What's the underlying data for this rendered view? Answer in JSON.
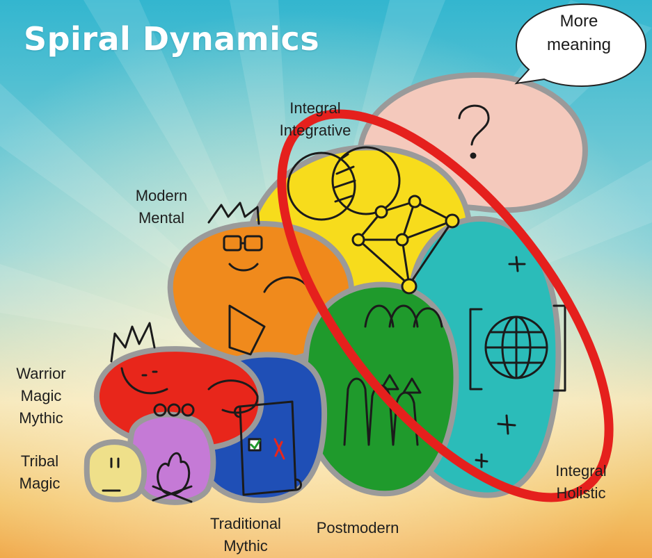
{
  "title": "Spiral Dynamics",
  "callout": {
    "line1": "More",
    "line2": "meaning"
  },
  "stages": {
    "integral_integrative": {
      "line1": "Integral",
      "line2": "Integrative"
    },
    "modern_mental": {
      "line1": "Modern",
      "line2": "Mental"
    },
    "warrior": {
      "line1": "Warrior",
      "line2": "Magic",
      "line3": "Mythic"
    },
    "tribal": {
      "line1": "Tribal",
      "line2": "Magic"
    },
    "traditional": {
      "line1": "Traditional",
      "line2": "Mythic"
    },
    "postmodern": {
      "line1": "Postmodern"
    },
    "integral_holistic": {
      "line1": "Integral",
      "line2": "Holistic"
    }
  },
  "colors": {
    "beige": "#efe08a",
    "purple": "#c57ad6",
    "red": "#e8261b",
    "blue": "#1f4fb6",
    "orange": "#f08a1c",
    "green": "#1f9a2c",
    "yellow": "#f7dc1c",
    "turquoise": "#2bbcb9",
    "coral": "#f4c9bc",
    "highlight_ellipse": "#e5201d"
  }
}
